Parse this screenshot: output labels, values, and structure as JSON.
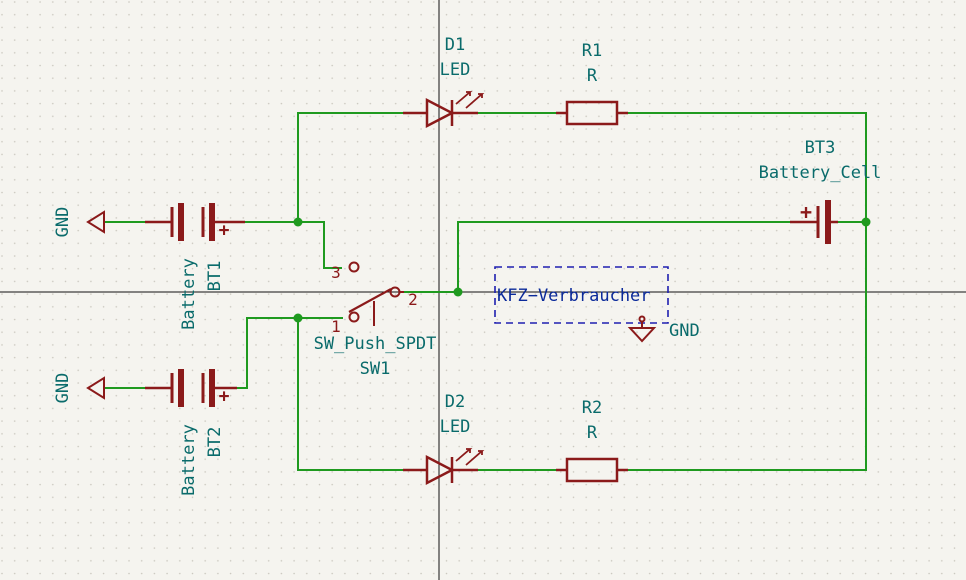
{
  "colors": {
    "background": "#f5f4ef",
    "grid_dot": "#c9c6bd",
    "wire": "#1f9a1f",
    "symbol": "#8b1a1a",
    "label": "#0a6b6b",
    "net_label": "#0b2a9a",
    "dashed_box": "#1f1fb0",
    "crosshair": "#111111"
  },
  "components": {
    "d1": {
      "ref": "D1",
      "value": "LED"
    },
    "d2": {
      "ref": "D2",
      "value": "LED"
    },
    "r1": {
      "ref": "R1",
      "value": "R"
    },
    "r2": {
      "ref": "R2",
      "value": "R"
    },
    "bt1": {
      "ref": "BT1",
      "value": "Battery"
    },
    "bt2": {
      "ref": "BT2",
      "value": "Battery"
    },
    "bt3": {
      "ref": "BT3",
      "value": "Battery_Cell"
    },
    "sw1": {
      "ref": "SW1",
      "value": "SW_Push_SPDT",
      "pin1": "1",
      "pin2": "2",
      "pin3": "3"
    }
  },
  "power": {
    "gnd_left_top": "GND",
    "gnd_left_bottom": "GND",
    "gnd_right": "GND"
  },
  "net_labels": {
    "load": "KFZ−Verbraucher"
  },
  "battery_plus": "+"
}
